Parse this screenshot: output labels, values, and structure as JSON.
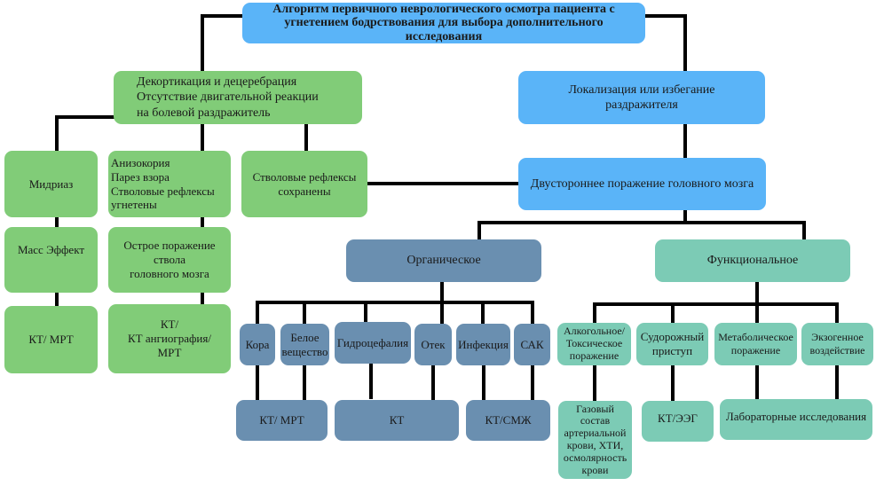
{
  "diagram": {
    "type": "flowchart",
    "colors": {
      "root": "#5ab4f8",
      "branch_left": "#81cc78",
      "branch_right": "#5ab4f8",
      "organic": "#6a8fb0",
      "functional": "#7ccbb5",
      "connector": "#000000"
    },
    "root": "Алгоритм первичного неврологического осмотра пациента с\nугнетением бодрствования для выбора дополнительного\nисследования",
    "left_branch": {
      "title": "Декортикация и децеребрация\nОтсутствие двигательной реакции\nна болевой раздражитель",
      "midriaz": "Мидриаз",
      "anisocoria": "Анизокория\nПарез взора\nСтволовые рефлексы\nугнетены",
      "reflexes_kept": "Стволовые рефлексы\nсохранены",
      "mass_effect": "Масс Эффект",
      "acute_stem": "Острое поражение\nствола\nголовного мозга",
      "ct_mri": "КТ/ МРТ",
      "ct_angio": "КТ/\nКТ ангиография/\nМРТ"
    },
    "right_branch": {
      "title": "Локализация или избегание\nраздражителя",
      "bilateral": "Двустороннее поражение головного мозга"
    },
    "organic": {
      "title": "Органическое",
      "children": [
        "Кора",
        "Белое\nвещество",
        "Гидроцефалия",
        "Отек",
        "Инфекция",
        "САК"
      ],
      "tests": [
        "КТ/ МРТ",
        "КТ",
        "КТ/СМЖ"
      ]
    },
    "functional": {
      "title": "Функциональное",
      "children": [
        "Алкогольное/\nТоксическое\nпоражение",
        "Судорожный\nприступ",
        "Метаболическое\nпоражение",
        "Экзогенное\nвоздействие"
      ],
      "tests": [
        "Газовый состав\nартериальной\nкрови, ХТИ,\nосмолярность\nкрови",
        "КТ/ЭЭГ",
        "Лабораторные исследования"
      ]
    }
  }
}
